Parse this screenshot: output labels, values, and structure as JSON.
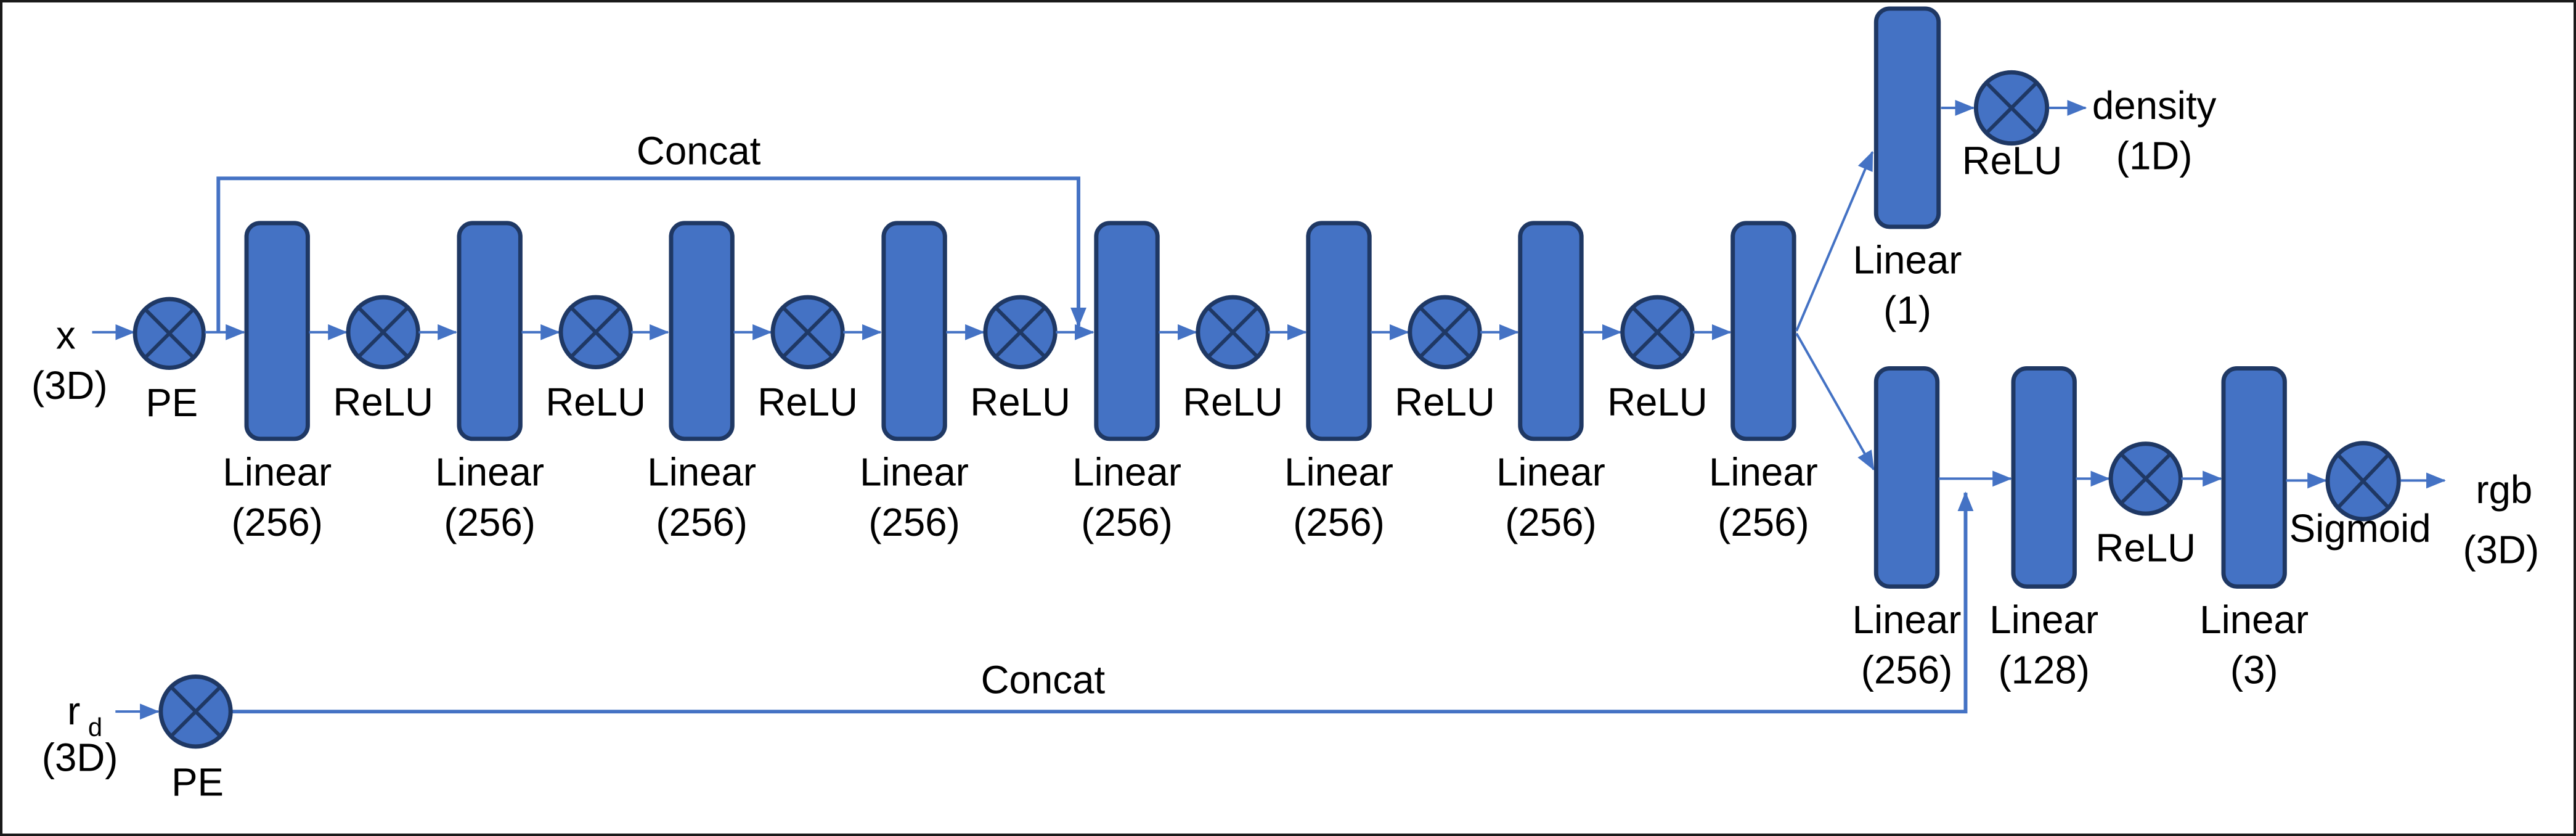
{
  "colors": {
    "shape_fill": "#4472C4",
    "shape_border": "#1F3864",
    "connector": "#4472C4",
    "text": "#000000",
    "background": "#FFFFFF"
  },
  "inputs": {
    "x": {
      "name": "x",
      "dim": "(3D)",
      "pe": "PE"
    },
    "ray_dir": {
      "base": "r",
      "sub": "d",
      "dim": "(3D)",
      "pe": "PE"
    }
  },
  "skip_connections": {
    "top": "Concat",
    "bottom": "Concat"
  },
  "backbone_blocks": [
    {
      "line1": "Linear",
      "line2": "(256)"
    },
    {
      "line1": "Linear",
      "line2": "(256)"
    },
    {
      "line1": "Linear",
      "line2": "(256)"
    },
    {
      "line1": "Linear",
      "line2": "(256)"
    },
    {
      "line1": "Linear",
      "line2": "(256)"
    },
    {
      "line1": "Linear",
      "line2": "(256)"
    },
    {
      "line1": "Linear",
      "line2": "(256)"
    },
    {
      "line1": "Linear",
      "line2": "(256)"
    }
  ],
  "backbone_activations": [
    "ReLU",
    "ReLU",
    "ReLU",
    "ReLU",
    "ReLU",
    "ReLU",
    "ReLU"
  ],
  "density_head": {
    "block": {
      "line1": "Linear",
      "line2": "(1)"
    },
    "activation": "ReLU",
    "output": {
      "line1": "density",
      "line2": "(1D)"
    }
  },
  "rgb_head": {
    "blocks": [
      {
        "line1": "Linear",
        "line2": "(256)"
      },
      {
        "line1": "Linear",
        "line2": "(128)"
      },
      {
        "line1": "Linear",
        "line2": "(3)"
      }
    ],
    "activation": "ReLU",
    "final_activation": "Sigmoid",
    "output": {
      "line1": "rgb",
      "line2": "(3D)"
    }
  }
}
